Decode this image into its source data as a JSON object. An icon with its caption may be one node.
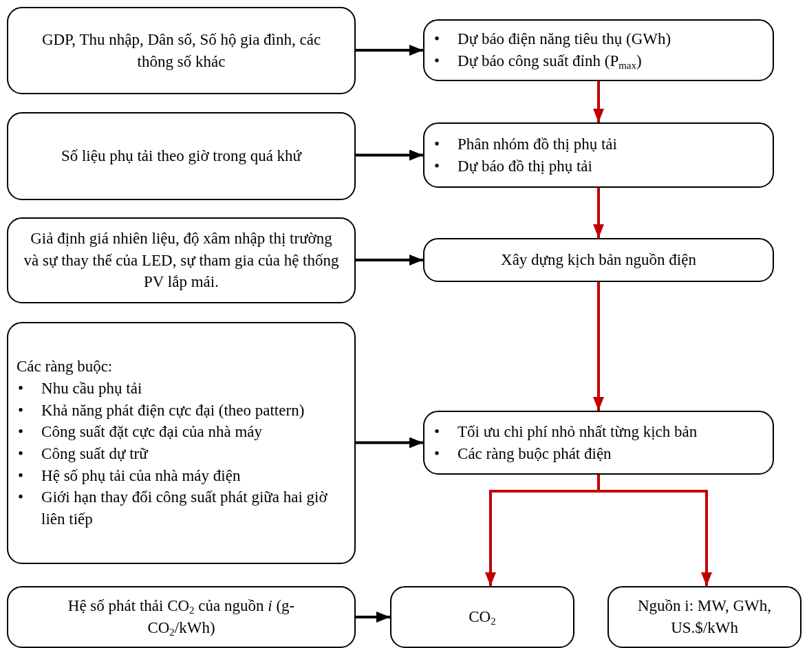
{
  "diagram": {
    "nodes": [
      {
        "text": [
          "GDP, Thu nhập, Dân số, Số hộ gia đình, các thông số khác"
        ]
      },
      {
        "text": [
          "•",
          "Dự báo điện năng tiêu thụ (GWh)",
          "•",
          "Dự báo công suất đỉnh (P$_{max}$)"
        ]
      },
      {
        "text": [
          "Số liệu phụ tải theo giờ trong quá khứ"
        ]
      },
      {
        "text": [
          "•",
          "Phân nhóm đồ thị phụ tải",
          "•",
          "Dự báo đồ thị phụ tải"
        ]
      },
      {
        "text": [
          "Giả định giá nhiên liệu, độ xâm nhập thị trường và sự thay thế của LED, sự tham gia của hệ thống PV lắp mái."
        ]
      },
      {
        "text": [
          "Xây dựng kịch bản nguồn điện"
        ]
      },
      {
        "text": [
          "Các ràng buộc:",
          "•",
          "Nhu cầu phụ tải",
          "•",
          "Khả năng phát điện cực đại (theo pattern)",
          "•",
          "Công suất đặt cực đại của nhà máy",
          "•",
          "Công suất dự trữ",
          "•",
          "Hệ số phụ tải của nhà máy điện",
          "•",
          "Giới hạn thay đổi công suất phát giữa hai giờ liên tiếp"
        ]
      },
      {
        "text": [
          "•",
          "Tối ưu chi phí nhỏ nhất từng kịch bản",
          "•",
          "Các ràng buộc phát điện"
        ]
      },
      {
        "text": [
          "Hệ số phát thải CO$_{2}$ của nguồn *i* (g-CO$_{2}$/kWh)"
        ]
      },
      {
        "text": [
          "CO$_{2}$"
        ]
      },
      {
        "text": [
          "Nguồn i: MW, GWh, US.$/kWh"
        ]
      }
    ],
    "edges": [
      {
        "from": 0,
        "to": 1,
        "arrow": "to"
      },
      {
        "from": 2,
        "to": 3,
        "arrow": "to"
      },
      {
        "from": 4,
        "to": 5,
        "arrow": "to"
      },
      {
        "from": 6,
        "to": 7,
        "arrow": "to"
      },
      {
        "from": 8,
        "to": 9,
        "arrow": "to"
      },
      {
        "from": 1,
        "to": 3,
        "arrow": "to",
        "color": "#c00000"
      },
      {
        "from": 3,
        "to": 5,
        "arrow": "to",
        "color": "#c00000"
      },
      {
        "from": 5,
        "to": 7,
        "arrow": "to",
        "color": "#c00000"
      },
      {
        "from": 7,
        "to": 9,
        "arrow": "to",
        "color": "#c00000"
      },
      {
        "from": 7,
        "to": 10,
        "arrow": "to",
        "color": "#c00000"
      }
    ]
  }
}
